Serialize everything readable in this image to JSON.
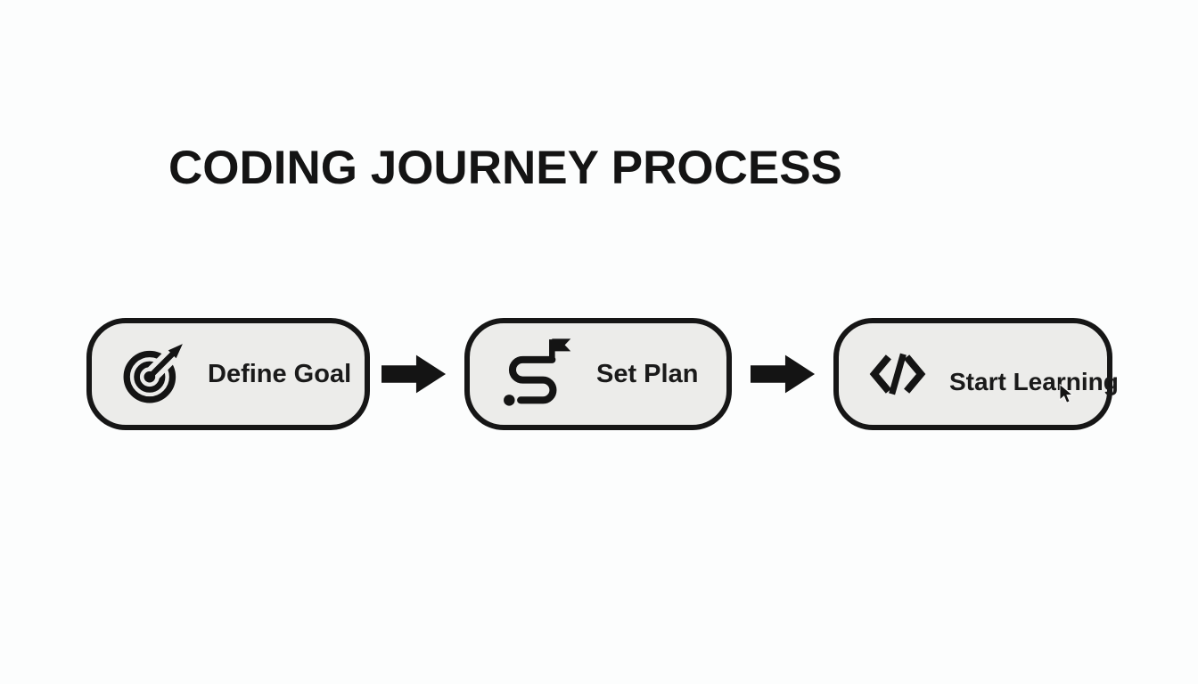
{
  "title": "CODING JOURNEY PROCESS",
  "steps": [
    {
      "id": "define-goal",
      "label": "Define Goal",
      "icon": "target-goal-icon"
    },
    {
      "id": "set-plan",
      "label": "Set Plan",
      "icon": "route-flag-icon"
    },
    {
      "id": "start-learning",
      "label": "Start Learning",
      "icon": "code-icon"
    }
  ],
  "connectors": [
    {
      "type": "arrow-right"
    },
    {
      "type": "arrow-right"
    }
  ],
  "cursor": {
    "visible": true,
    "style": "default-arrow"
  },
  "colors": {
    "background": "#fcfdfd",
    "box_fill": "#ececea",
    "box_border": "#161616",
    "title_text": "#141414",
    "label_text": "#1a1a1a",
    "arrow_fill": "#141414",
    "icon": "#141414"
  }
}
